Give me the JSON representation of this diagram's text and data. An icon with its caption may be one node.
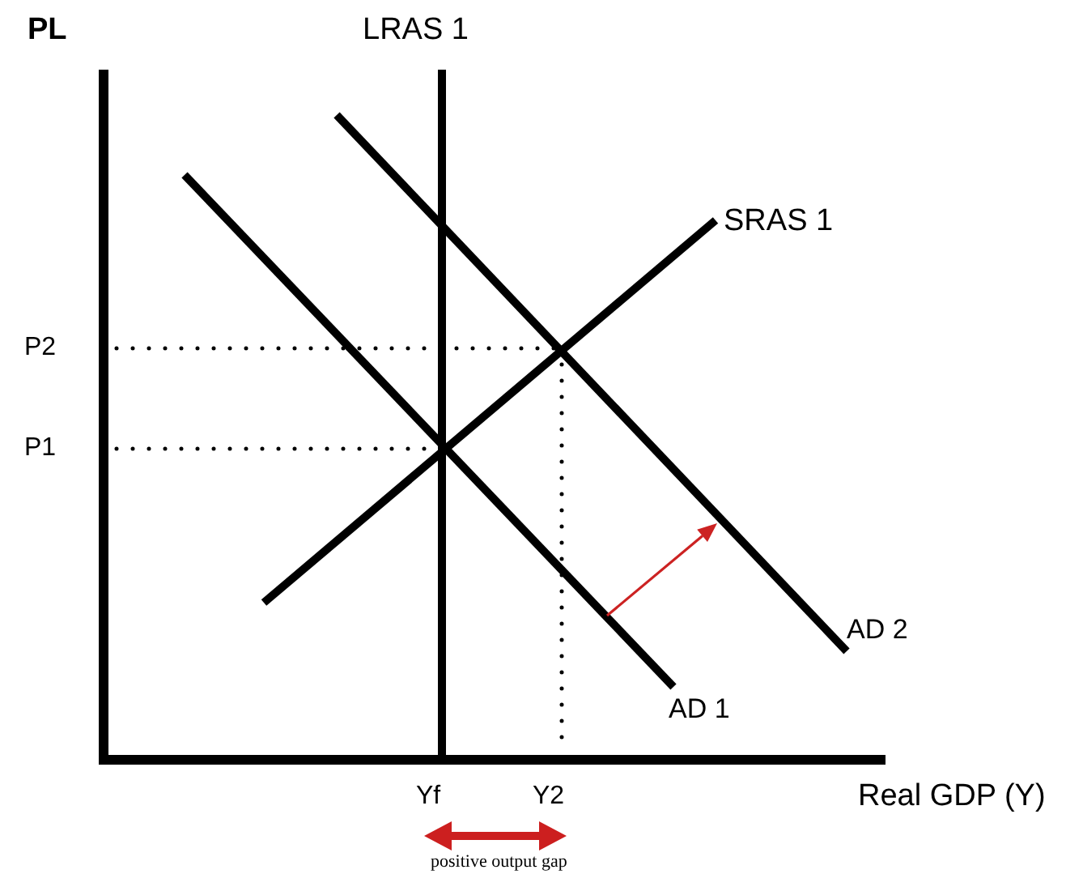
{
  "diagram": {
    "labels": [
      "PL",
      "LRAS 1",
      "SRAS 1",
      "P2",
      "P1",
      "AD 2",
      "AD 1",
      "Yf",
      "Y2",
      "Real GDP (Y)",
      "positive output gap"
    ]
  }
}
